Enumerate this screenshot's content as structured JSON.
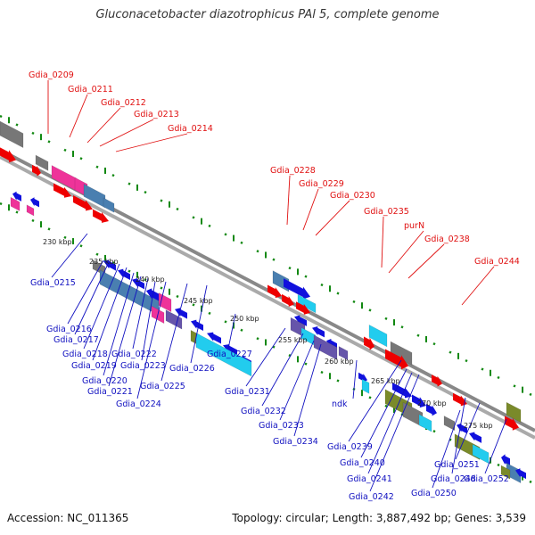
{
  "title": "Gluconacetobacter diazotrophicus PAl 5, complete genome",
  "footer": {
    "accession": "Accession: NC_011365",
    "stats": "Topology: circular; Length: 3,887,492 bp; Genes: 3,539"
  },
  "kbp_ticks": [
    "230 kbp",
    "235 kbp",
    "240 kbp",
    "245 kbp",
    "250 kbp",
    "255 kbp",
    "260 kbp",
    "265 kbp",
    "270 kbp",
    "275 kbp"
  ],
  "top_labels": [
    "Gdia_0209",
    "Gdia_0211",
    "Gdia_0212",
    "Gdia_0213",
    "Gdia_0214",
    "Gdia_0228",
    "Gdia_0229",
    "Gdia_0230",
    "Gdia_0235",
    "purN",
    "Gdia_0238",
    "Gdia_0244"
  ],
  "bottom_labels": [
    "Gdia_0215",
    "Gdia_0216",
    "Gdia_0217",
    "Gdia_0218",
    "Gdia_0219",
    "Gdia_0220",
    "Gdia_0221",
    "Gdia_0222",
    "Gdia_0223",
    "Gdia_0224",
    "Gdia_0225",
    "Gdia_0226",
    "Gdia_0227",
    "Gdia_0231",
    "Gdia_0232",
    "Gdia_0233",
    "Gdia_0234",
    "ndk",
    "Gdia_0239",
    "Gdia_0240",
    "Gdia_0241",
    "Gdia_0242",
    "Gdia_0248",
    "Gdia_0250",
    "Gdia_0251",
    "Gdia_0252"
  ],
  "colors": {
    "label_top": "#e01010",
    "label_bottom": "#1010c0",
    "tick_green": "#118811",
    "backbone": "#888888",
    "gene_red": "#ee0000",
    "gene_blue": "#1111dd",
    "gene_pink": "#ee3399",
    "gene_steel": "#4a7fb0",
    "gene_cyan": "#22ccee",
    "gene_purple": "#6655aa",
    "gene_olive": "#7a8a2a",
    "gene_gray": "#777777"
  }
}
